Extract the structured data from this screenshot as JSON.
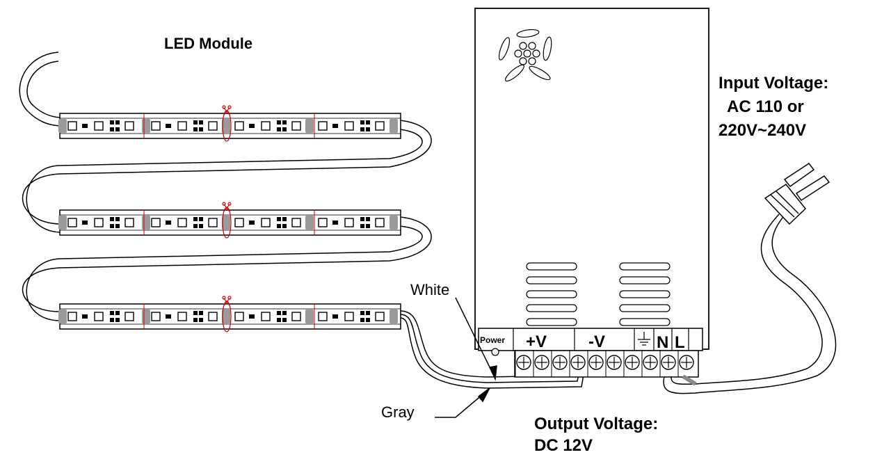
{
  "labels": {
    "led_module": "LED Module",
    "input_line1": "Input Voltage:",
    "input_line2": "AC 110 or",
    "input_line3": "220V~240V",
    "output_line1": "Output Voltage:",
    "output_line2": "DC 12V",
    "white_wire": "White",
    "gray_wire": "Gray"
  },
  "terminal_labels": {
    "power": "Power",
    "positive": "+V",
    "negative": "-V",
    "neutral": "N",
    "live": "L"
  },
  "colors": {
    "line": "#000000",
    "pad": "#9a9a9a",
    "cut_mark": "#d10000",
    "background": "#ffffff"
  },
  "icons": {
    "cut": "scissors-icon",
    "ground": "ground-icon",
    "plug": "plug-icon"
  }
}
